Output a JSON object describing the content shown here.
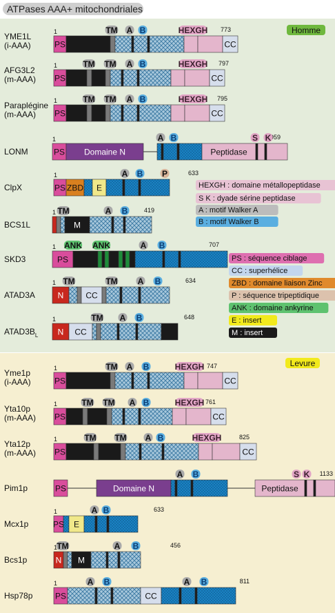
{
  "title": "ATPases AAA+ mitochondriales",
  "colors": {
    "header_bg": "#cfcfcf",
    "human_bg": "#e4ecdb",
    "yeast_bg": "#f6efd1",
    "ps": "#d94d9c",
    "black": "#1a1a1a",
    "tm": "#7a7a7a",
    "hatched": "#9fc2d8",
    "hatch_line": "#3f79a0",
    "blue": "#1a82c3",
    "blue_dark": "#0b3f66",
    "pink": "#e4b6cc",
    "cc": "#d6deec",
    "purple": "#7a3e8e",
    "zbd": "#d9801f",
    "insert": "#f0e88a",
    "red": "#c8281e",
    "green": "#1e8c3a",
    "badge_gray": "#a9a9a9",
    "badge_blue": "#5aaee0",
    "badge_green": "#5ec26f",
    "badge_tan": "#d8b49a",
    "badge_pink": "#e2a6c6",
    "homme_badge": "#6fb83e",
    "levure_badge": "#f2ea1c"
  },
  "sections": [
    {
      "label": "Homme"
    },
    {
      "label": "Levure"
    }
  ],
  "proteins": [
    {
      "name": [
        "YME1L",
        "(i-AAA)"
      ],
      "start": "1",
      "length": "773",
      "segments": [
        {
          "type": "ps",
          "text": "PS"
        },
        {
          "type": "black"
        },
        {
          "type": "tm"
        },
        {
          "type": "hatched"
        },
        {
          "type": "blackbar"
        },
        {
          "type": "hatched"
        },
        {
          "type": "blackbar"
        },
        {
          "type": "hatched"
        },
        {
          "type": "pink"
        },
        {
          "type": "pink"
        },
        {
          "type": "cc",
          "text": "CC"
        }
      ],
      "labels": [
        {
          "text": "TM",
          "type": "gray"
        },
        {
          "text": "A",
          "type": "gray"
        },
        {
          "text": "B",
          "type": "blue"
        },
        {
          "text": "HEXGH",
          "type": "pink"
        }
      ]
    },
    {
      "name": [
        "AFG3L2",
        "(m-AAA)"
      ],
      "start": "1",
      "length": "797",
      "segments": [
        {
          "type": "ps",
          "text": "PS"
        },
        {
          "type": "black"
        },
        {
          "type": "tm"
        },
        {
          "type": "black"
        },
        {
          "type": "tm"
        },
        {
          "type": "hatched"
        },
        {
          "type": "blackbar"
        },
        {
          "type": "hatched"
        },
        {
          "type": "blackbar"
        },
        {
          "type": "hatched"
        },
        {
          "type": "pink"
        },
        {
          "type": "pink"
        },
        {
          "type": "cc",
          "text": "CC"
        }
      ],
      "labels": [
        {
          "text": "TM",
          "type": "gray"
        },
        {
          "text": "TM",
          "type": "gray"
        },
        {
          "text": "A",
          "type": "gray"
        },
        {
          "text": "B",
          "type": "blue"
        },
        {
          "text": "HEXGH",
          "type": "pink"
        }
      ]
    },
    {
      "name": [
        "Paraplégine",
        "(m-AAA)"
      ],
      "start": "1",
      "length": "795",
      "segments": [
        {
          "type": "ps",
          "text": "PS"
        },
        {
          "type": "black"
        },
        {
          "type": "tm"
        },
        {
          "type": "black"
        },
        {
          "type": "tm"
        },
        {
          "type": "hatched"
        },
        {
          "type": "blackbar"
        },
        {
          "type": "hatched"
        },
        {
          "type": "blackbar"
        },
        {
          "type": "hatched"
        },
        {
          "type": "pink"
        },
        {
          "type": "pink"
        },
        {
          "type": "cc",
          "text": "CC"
        }
      ],
      "labels": [
        {
          "text": "TM",
          "type": "gray"
        },
        {
          "text": "TM",
          "type": "gray"
        },
        {
          "text": "A",
          "type": "gray"
        },
        {
          "text": "B",
          "type": "blue"
        },
        {
          "text": "HEXGH",
          "type": "pink"
        }
      ]
    },
    {
      "name": [
        "LONM"
      ],
      "start": "1",
      "length": "959",
      "segments": [
        {
          "type": "ps",
          "text": "PS"
        },
        {
          "type": "purple",
          "text": "Domaine N"
        },
        {
          "type": "line"
        },
        {
          "type": "blue"
        },
        {
          "type": "blackbar"
        },
        {
          "type": "blue"
        },
        {
          "type": "blackbar"
        },
        {
          "type": "blue"
        },
        {
          "type": "pink",
          "text": "Peptidase"
        },
        {
          "type": "blackbar"
        },
        {
          "type": "pink"
        },
        {
          "type": "blackbar"
        },
        {
          "type": "pink"
        }
      ],
      "labels": [
        {
          "text": "A",
          "type": "gray"
        },
        {
          "text": "B",
          "type": "blue"
        },
        {
          "text": "S",
          "type": "pink"
        },
        {
          "text": "K",
          "type": "pink"
        }
      ]
    },
    {
      "name": [
        "ClpX"
      ],
      "start": "1",
      "length": "633",
      "segments": [
        {
          "type": "ps",
          "text": "PS"
        },
        {
          "type": "zbd",
          "text": "ZBD"
        },
        {
          "type": "blue"
        },
        {
          "type": "insert",
          "text": "E"
        },
        {
          "type": "blue"
        },
        {
          "type": "blackbar"
        },
        {
          "type": "blue"
        },
        {
          "type": "blackbar"
        },
        {
          "type": "blue"
        }
      ],
      "labels": [
        {
          "text": "A",
          "type": "gray"
        },
        {
          "text": "B",
          "type": "blue"
        },
        {
          "text": "P",
          "type": "tan"
        }
      ]
    },
    {
      "name": [
        "BCS1L"
      ],
      "start": "1",
      "length": "419",
      "segments": [
        {
          "type": "red"
        },
        {
          "type": "tm"
        },
        {
          "type": "hatched"
        },
        {
          "type": "black",
          "text": "M"
        },
        {
          "type": "hatched"
        },
        {
          "type": "blackbar"
        },
        {
          "type": "hatched"
        },
        {
          "type": "blackbar"
        },
        {
          "type": "hatched"
        }
      ],
      "labels": [
        {
          "text": "TM",
          "type": "gray"
        },
        {
          "text": "A",
          "type": "gray"
        },
        {
          "text": "B",
          "type": "blue"
        }
      ]
    },
    {
      "name": [
        "SKD3"
      ],
      "start": "1",
      "length": "707",
      "segments": [
        {
          "type": "ps",
          "text": "PS"
        },
        {
          "type": "black"
        },
        {
          "type": "green"
        },
        {
          "type": "black"
        },
        {
          "type": "green"
        },
        {
          "type": "black"
        },
        {
          "type": "green"
        },
        {
          "type": "black"
        },
        {
          "type": "green"
        },
        {
          "type": "black"
        },
        {
          "type": "blue"
        },
        {
          "type": "blackbar"
        },
        {
          "type": "blue"
        },
        {
          "type": "blackbar"
        },
        {
          "type": "blue"
        }
      ],
      "labels": [
        {
          "text": "ANK",
          "type": "green"
        },
        {
          "text": "ANK",
          "type": "green"
        },
        {
          "text": "A",
          "type": "gray"
        },
        {
          "text": "B",
          "type": "blue"
        }
      ]
    },
    {
      "name": [
        "ATAD3A"
      ],
      "start": "1",
      "length": "634",
      "segments": [
        {
          "type": "red",
          "text": "N"
        },
        {
          "type": "hatched"
        },
        {
          "type": "tm"
        },
        {
          "type": "cc",
          "text": "CC"
        },
        {
          "type": "tm"
        },
        {
          "type": "hatched"
        },
        {
          "type": "blackbar"
        },
        {
          "type": "hatched"
        },
        {
          "type": "blackbar"
        },
        {
          "type": "hatched"
        }
      ],
      "labels": [
        {
          "text": "TM",
          "type": "gray"
        },
        {
          "text": "TM",
          "type": "gray"
        },
        {
          "text": "A",
          "type": "gray"
        },
        {
          "text": "B",
          "type": "blue"
        }
      ]
    },
    {
      "name": [
        "ATAD3B"
      ],
      "name_sub": "L",
      "start": "1",
      "length": "648",
      "segments": [
        {
          "type": "red",
          "text": "N"
        },
        {
          "type": "cc",
          "text": "CC"
        },
        {
          "type": "hatched"
        },
        {
          "type": "tm"
        },
        {
          "type": "hatched"
        },
        {
          "type": "blackbar"
        },
        {
          "type": "hatched"
        },
        {
          "type": "blackbar"
        },
        {
          "type": "hatched"
        },
        {
          "type": "black"
        }
      ],
      "labels": [
        {
          "text": "TM",
          "type": "gray"
        },
        {
          "text": "A",
          "type": "gray"
        },
        {
          "text": "B",
          "type": "blue"
        }
      ]
    },
    {
      "name": [
        "Yme1p",
        "(i-AAA)"
      ],
      "start": "1",
      "length": "747",
      "segments": [
        {
          "type": "ps",
          "text": "PS"
        },
        {
          "type": "black"
        },
        {
          "type": "tm"
        },
        {
          "type": "hatched"
        },
        {
          "type": "blackbar"
        },
        {
          "type": "hatched"
        },
        {
          "type": "blackbar"
        },
        {
          "type": "hatched"
        },
        {
          "type": "pink"
        },
        {
          "type": "pink"
        },
        {
          "type": "cc",
          "text": "CC"
        }
      ],
      "labels": [
        {
          "text": "TM",
          "type": "gray"
        },
        {
          "text": "A",
          "type": "gray"
        },
        {
          "text": "B",
          "type": "blue"
        },
        {
          "text": "HEXGH",
          "type": "pink"
        }
      ]
    },
    {
      "name": [
        "Yta10p",
        "(m-AAA)"
      ],
      "start": "1",
      "length": "761",
      "segments": [
        {
          "type": "ps",
          "text": "PS"
        },
        {
          "type": "black"
        },
        {
          "type": "tm"
        },
        {
          "type": "black"
        },
        {
          "type": "tm"
        },
        {
          "type": "hatched"
        },
        {
          "type": "blackbar"
        },
        {
          "type": "hatched"
        },
        {
          "type": "blackbar"
        },
        {
          "type": "hatched"
        },
        {
          "type": "pink"
        },
        {
          "type": "pink"
        },
        {
          "type": "cc",
          "text": "CC"
        }
      ],
      "labels": [
        {
          "text": "TM",
          "type": "gray"
        },
        {
          "text": "TM",
          "type": "gray"
        },
        {
          "text": "A",
          "type": "gray"
        },
        {
          "text": "B",
          "type": "blue"
        },
        {
          "text": "HEXGH",
          "type": "pink"
        }
      ]
    },
    {
      "name": [
        "Yta12p",
        "(m-AAA)"
      ],
      "start": "1",
      "length": "825",
      "segments": [
        {
          "type": "ps",
          "text": "PS"
        },
        {
          "type": "black"
        },
        {
          "type": "tm"
        },
        {
          "type": "black"
        },
        {
          "type": "tm"
        },
        {
          "type": "hatched"
        },
        {
          "type": "blackbar"
        },
        {
          "type": "hatched"
        },
        {
          "type": "blackbar"
        },
        {
          "type": "hatched"
        },
        {
          "type": "pink"
        },
        {
          "type": "pink"
        },
        {
          "type": "cc",
          "text": "CC"
        }
      ],
      "labels": [
        {
          "text": "TM",
          "type": "gray"
        },
        {
          "text": "TM",
          "type": "gray"
        },
        {
          "text": "A",
          "type": "gray"
        },
        {
          "text": "B",
          "type": "blue"
        },
        {
          "text": "HEXGH",
          "type": "pink"
        }
      ]
    },
    {
      "name": [
        "Pim1p"
      ],
      "start": "",
      "length": "1133",
      "segments": [
        {
          "type": "ps",
          "text": "PS"
        },
        {
          "type": "line"
        },
        {
          "type": "purple",
          "text": "Domaine N"
        },
        {
          "type": "blue"
        },
        {
          "type": "blackbar"
        },
        {
          "type": "blue"
        },
        {
          "type": "blackbar"
        },
        {
          "type": "blue"
        },
        {
          "type": "line"
        },
        {
          "type": "pink",
          "text": "Peptidase"
        },
        {
          "type": "blackbar"
        },
        {
          "type": "pink"
        },
        {
          "type": "blackbar"
        },
        {
          "type": "pink"
        }
      ],
      "labels": [
        {
          "text": "A",
          "type": "gray"
        },
        {
          "text": "B",
          "type": "blue"
        },
        {
          "text": "S",
          "type": "pink"
        },
        {
          "text": "K",
          "type": "pink"
        }
      ]
    },
    {
      "name": [
        "Mcx1p"
      ],
      "start": "1",
      "length": "633",
      "segments": [
        {
          "type": "ps",
          "text": "PS"
        },
        {
          "type": "blue"
        },
        {
          "type": "insert",
          "text": "E"
        },
        {
          "type": "blue"
        },
        {
          "type": "blackbar"
        },
        {
          "type": "blue"
        },
        {
          "type": "blackbar"
        },
        {
          "type": "blue"
        }
      ],
      "labels": [
        {
          "text": "A",
          "type": "gray"
        },
        {
          "text": "B",
          "type": "blue"
        }
      ]
    },
    {
      "name": [
        "Bcs1p"
      ],
      "start": "1",
      "length": "456",
      "segments": [
        {
          "type": "red",
          "text": "N"
        },
        {
          "type": "tm"
        },
        {
          "type": "hatched"
        },
        {
          "type": "black",
          "text": "M"
        },
        {
          "type": "hatched"
        },
        {
          "type": "blackbar"
        },
        {
          "type": "hatched"
        },
        {
          "type": "blackbar"
        },
        {
          "type": "hatched"
        }
      ],
      "labels": [
        {
          "text": "TM",
          "type": "gray"
        },
        {
          "text": "A",
          "type": "gray"
        },
        {
          "text": "B",
          "type": "blue"
        }
      ]
    },
    {
      "name": [
        "Hsp78p"
      ],
      "start": "1",
      "length": "811",
      "segments": [
        {
          "type": "ps",
          "text": "PS"
        },
        {
          "type": "hatched"
        },
        {
          "type": "blackbar"
        },
        {
          "type": "hatched"
        },
        {
          "type": "blackbar"
        },
        {
          "type": "hatched"
        },
        {
          "type": "cc",
          "text": "CC"
        },
        {
          "type": "blue"
        },
        {
          "type": "blackbar"
        },
        {
          "type": "blue"
        },
        {
          "type": "blackbar"
        },
        {
          "type": "blue"
        }
      ],
      "labels": [
        {
          "text": "A",
          "type": "gray"
        },
        {
          "text": "B",
          "type": "blue"
        },
        {
          "text": "A",
          "type": "gray"
        },
        {
          "text": "B",
          "type": "blue"
        }
      ]
    }
  ],
  "legend": [
    {
      "text": "HEXGH : domaine métallopeptidase",
      "type": "pink"
    },
    {
      "text": "S K : dyade sérine peptidase",
      "type": "pink"
    },
    {
      "text": "A : motif Walker A",
      "type": "gray"
    },
    {
      "text": "B : motif Walker B",
      "type": "blue"
    },
    {
      "text": "PS : séquence ciblage",
      "type": "ps"
    },
    {
      "text": "CC : superhélice",
      "type": "cc"
    },
    {
      "text": "ZBD : domaine liaison Zinc",
      "type": "zbd"
    },
    {
      "text": "P : séquence tripeptidique",
      "type": "tan"
    },
    {
      "text": "ANK : domaine ankyrine",
      "type": "green"
    },
    {
      "text": "E : insert",
      "type": "insert"
    },
    {
      "text": "M : insert",
      "type": "black"
    }
  ]
}
